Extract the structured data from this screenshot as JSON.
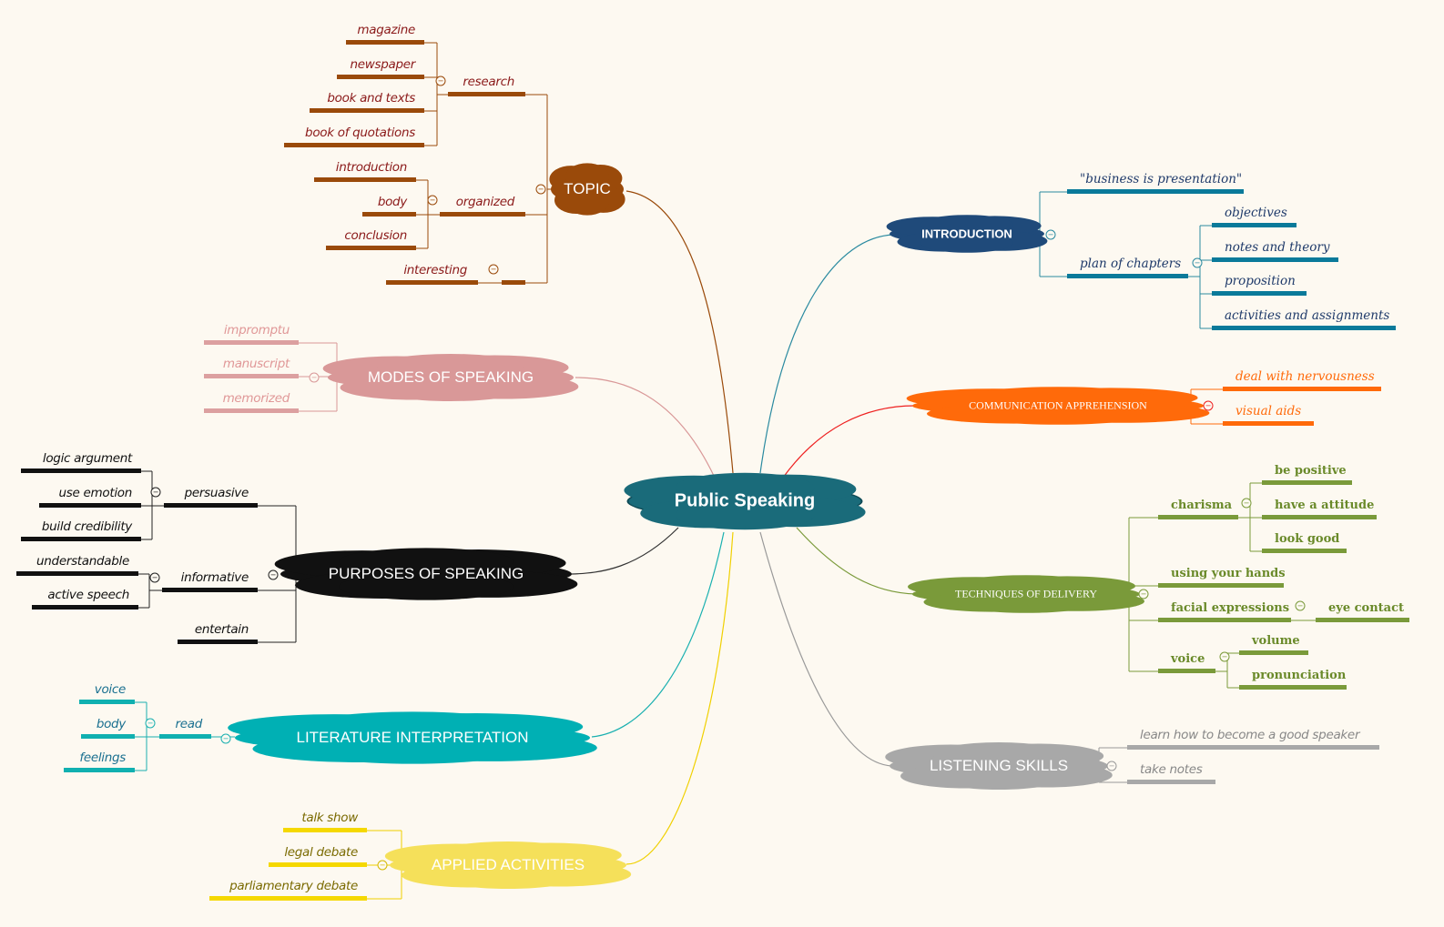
{
  "center": {
    "label": "Public Speaking",
    "color": "#1a6b7a"
  },
  "topic": {
    "label": "TOPIC",
    "color": "#9a4a0a",
    "text_color": "#8b1a1a",
    "research": {
      "label": "research",
      "items": [
        "magazine",
        "newspaper",
        "book and texts",
        "book of quotations"
      ]
    },
    "organized": {
      "label": "organized",
      "items": [
        "introduction",
        "body",
        "conclusion"
      ]
    },
    "interesting": {
      "label": "interesting"
    }
  },
  "modes": {
    "label": "MODES OF SPEAKING",
    "color": "#d99898",
    "items": [
      "impromptu",
      "manuscript",
      "memorized"
    ]
  },
  "purposes": {
    "label": "PURPOSES OF SPEAKING",
    "color": "#111111",
    "persuasive": {
      "label": "persuasive",
      "items": [
        "logic argument",
        "use emotion",
        "build credibility"
      ]
    },
    "informative": {
      "label": "informative",
      "items": [
        "understandable",
        "active speech"
      ]
    },
    "entertain": {
      "label": "entertain"
    }
  },
  "literature": {
    "label": "LITERATURE INTERPRETATION",
    "color": "#00b0b4",
    "read": {
      "label": "read",
      "items": [
        "voice",
        "body",
        "feelings"
      ]
    }
  },
  "applied": {
    "label": "APPLIED ACTIVITIES",
    "color": "#f5e05a",
    "items": [
      "talk show",
      "legal debate",
      "parliamentary debate"
    ]
  },
  "introduction": {
    "label": "INTRODUCTION",
    "color": "#1f4a7a",
    "business": {
      "label": "\"business is presentation\""
    },
    "plan": {
      "label": "plan of chapters",
      "items": [
        "objectives",
        "notes and theory",
        "proposition",
        "activities and assignments"
      ]
    }
  },
  "communication": {
    "label": "COMMUNICATION APPREHENSION",
    "color": "#ff6a0a",
    "items": [
      "deal with nervousness",
      "visual aids"
    ]
  },
  "techniques": {
    "label": "TECHNIQUES OF DELIVERY",
    "color": "#7a9a3a",
    "charisma": {
      "label": "charisma",
      "items": [
        "be positive",
        "have a attitude",
        "look good"
      ]
    },
    "hands": {
      "label": "using your hands"
    },
    "facial": {
      "label": "facial expressions",
      "items": [
        "eye contact"
      ]
    },
    "voice": {
      "label": "voice",
      "items": [
        "volume",
        "pronunciation"
      ]
    }
  },
  "listening": {
    "label": "LISTENING SKILLS",
    "color": "#a8a8a8",
    "items": [
      "learn how to become a good speaker",
      "take notes"
    ]
  }
}
